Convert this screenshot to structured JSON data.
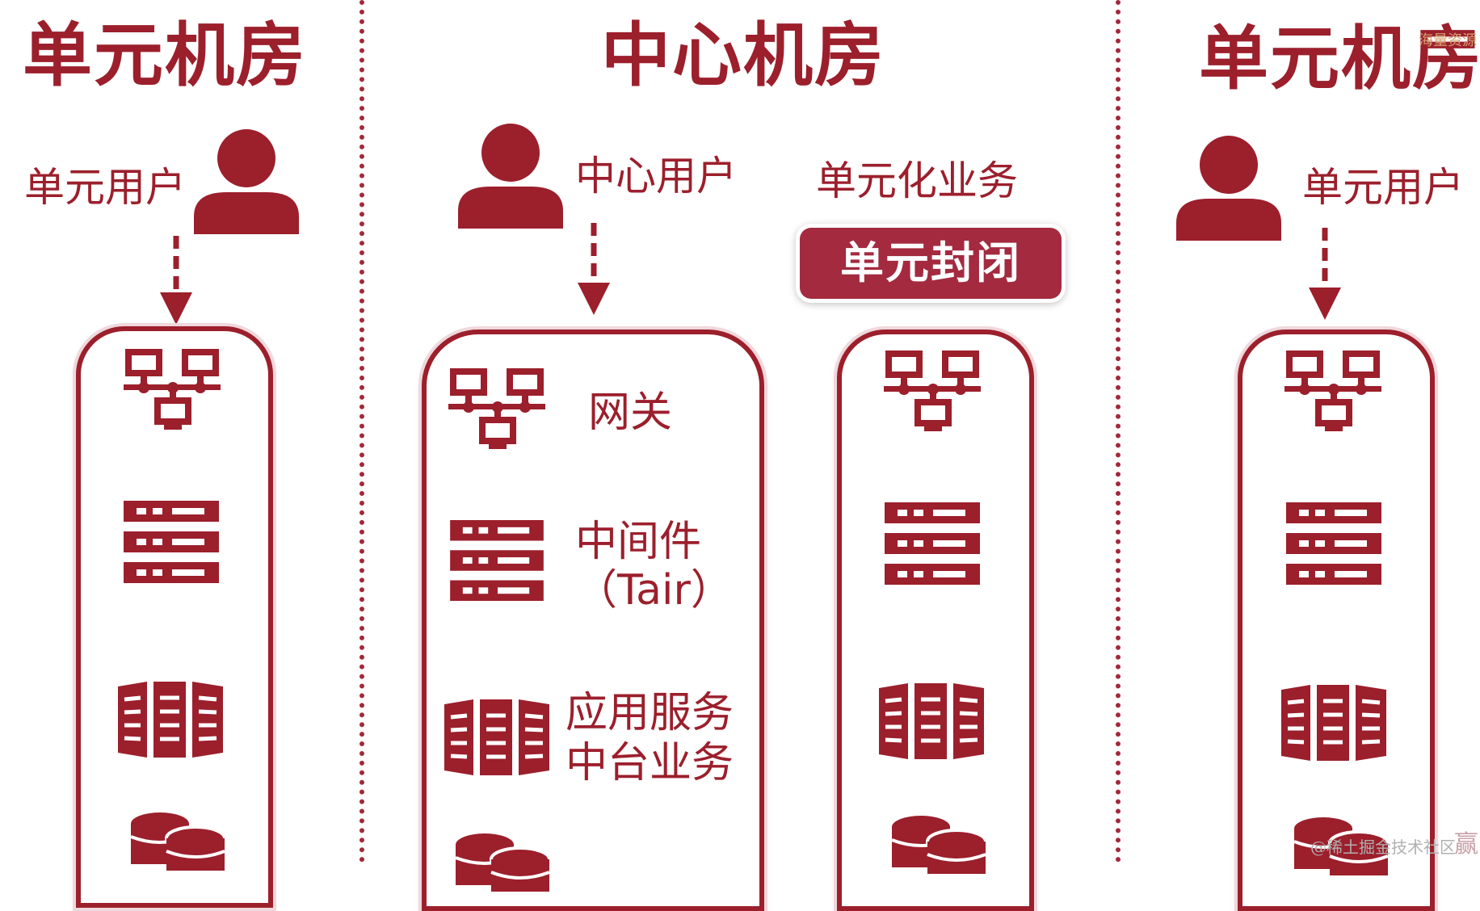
{
  "colors": {
    "primary": "#9c1f2c",
    "badge": "#a42a3f",
    "divider": "#a4283a"
  },
  "left_unit": {
    "title": "单元机房",
    "user_label": "单元用户"
  },
  "center": {
    "title": "中心机房",
    "user_label": "中心用户",
    "items": {
      "gateway": "网关",
      "middleware": "中间件",
      "middleware_note": "（Tair）",
      "app_service": "应用服务",
      "platform_service": "中台业务"
    },
    "unit_business_label": "单元化业务",
    "unit_closed_badge": "单元封闭"
  },
  "right_unit": {
    "title": "单元机房",
    "user_label": "单元用户"
  },
  "watermarks": {
    "top_right": "海量资源",
    "bottom_right": "@稀土掘金技术社区",
    "corner": "赢"
  },
  "icons": [
    "user-icon",
    "network-icon",
    "middleware-icon",
    "server-rack-icon",
    "database-icon",
    "dashed-arrow-icon"
  ]
}
